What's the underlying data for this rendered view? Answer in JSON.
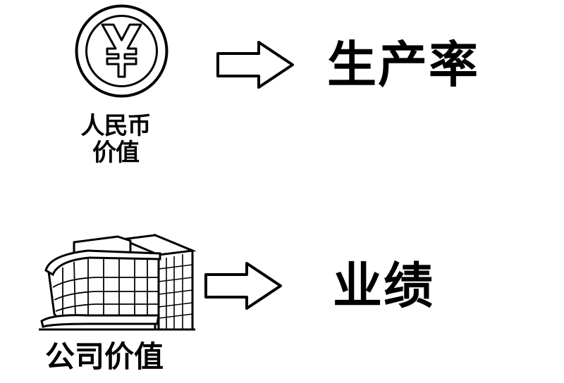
{
  "row1": {
    "source_label_line1": "人民币",
    "source_label_line2": "价值",
    "target_label": "生产率",
    "source_icon": "yuan-coin-icon"
  },
  "row2": {
    "source_label": "公司价值",
    "target_label": "业绩",
    "source_icon": "office-building-icon"
  },
  "arrow_icon": "right-arrow-icon"
}
